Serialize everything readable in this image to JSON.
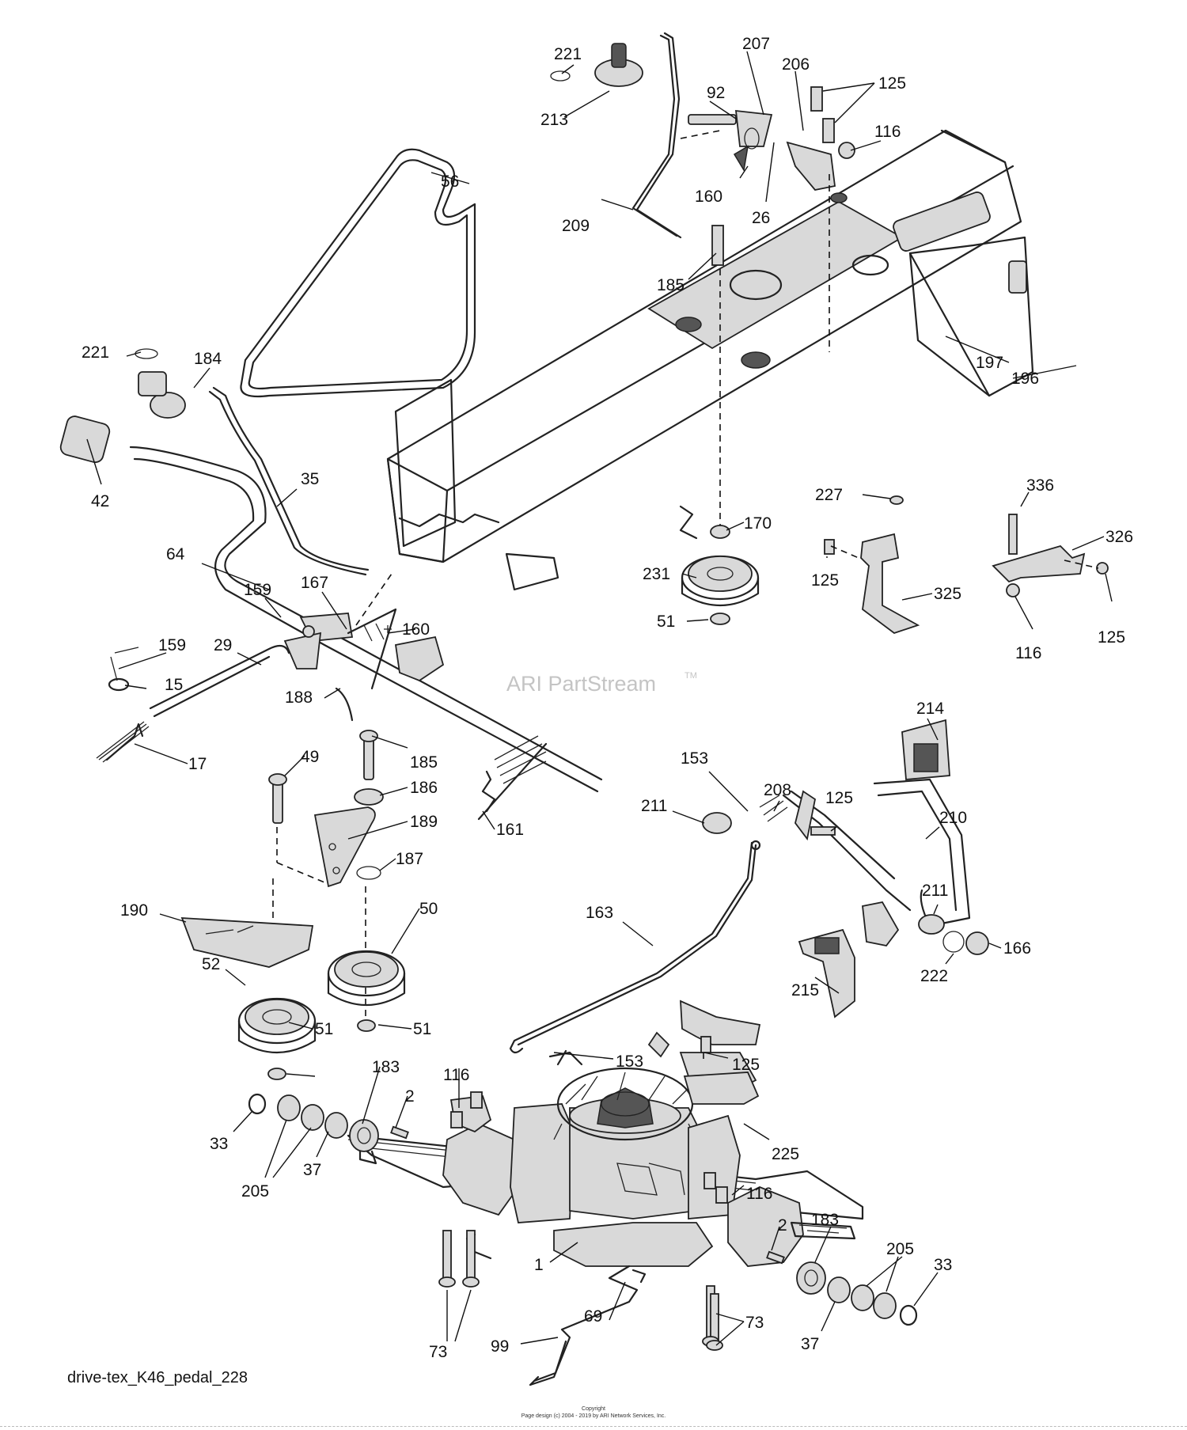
{
  "diagram": {
    "watermark": "ARI PartStream",
    "watermark_tm": "TM",
    "caption": "drive-tex_K46_pedal_228",
    "copyright_line1": "Copyright",
    "copyright_line2": "Page design (c) 2004 - 2019 by ARI Network Services, Inc.",
    "callouts": {
      "c221a": "221",
      "c213": "213",
      "c56": "56",
      "c209": "209",
      "c92": "92",
      "c207": "207",
      "c160a": "160",
      "c26": "26",
      "c206": "206",
      "c125a": "125",
      "c116a": "116",
      "c185a": "185",
      "c221b": "221",
      "c184": "184",
      "c42": "42",
      "c35": "35",
      "c64": "64",
      "c159a": "159",
      "c167": "167",
      "c160b": "160",
      "c159b": "159",
      "c29": "29",
      "c15": "15",
      "c17": "17",
      "c188": "188",
      "c197": "197",
      "c196": "196",
      "c170": "170",
      "c231": "231",
      "c51a": "51",
      "c227": "227",
      "c125b": "125",
      "c325": "325",
      "c336": "336",
      "c326": "326",
      "c125c": "125",
      "c116b": "116",
      "c49": "49",
      "c185b": "185",
      "c186": "186",
      "c189": "189",
      "c187": "187",
      "c161": "161",
      "c190": "190",
      "c50": "50",
      "c52": "52",
      "c51b": "51",
      "c51c": "51",
      "c214": "214",
      "c153a": "153",
      "c208": "208",
      "c125d": "125",
      "c211a": "211",
      "c210": "210",
      "c163": "163",
      "c211b": "211",
      "c166": "166",
      "c222": "222",
      "c215": "215",
      "c153b": "153",
      "c125e": "125",
      "c225": "225",
      "c183a": "183",
      "c116c": "116",
      "c2a": "2",
      "c33a": "33",
      "c37a": "37",
      "c205a": "205",
      "c116d": "116",
      "c2b": "2",
      "c183b": "183",
      "c205b": "205",
      "c33b": "33",
      "c1": "1",
      "c73a": "73",
      "c69": "69",
      "c73b": "73",
      "c37b": "37",
      "c99": "99"
    }
  }
}
